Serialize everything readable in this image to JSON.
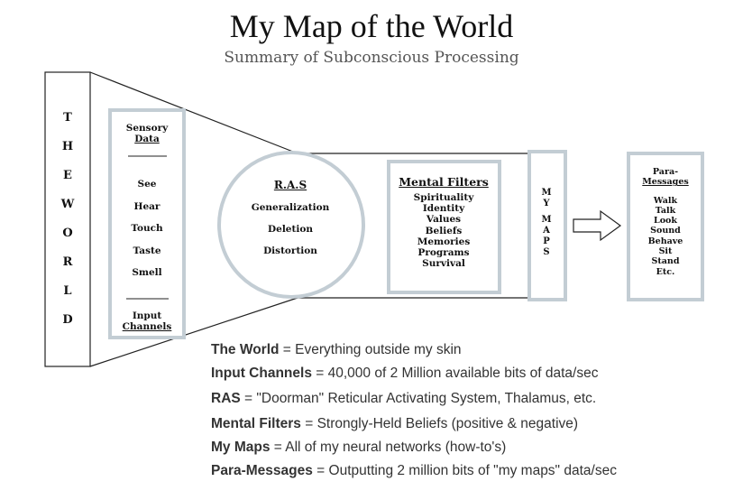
{
  "title": "My Map of the World",
  "subtitle": "Summary of Subconscious Processing",
  "world": {
    "letters": [
      "T",
      "H",
      "E",
      "W",
      "O",
      "R",
      "L",
      "D"
    ]
  },
  "sensory": {
    "header_line1": "Sensory",
    "header_line2": "Data",
    "items": [
      "See",
      "Hear",
      "Touch",
      "Taste",
      "Smell"
    ],
    "footer_line1": "Input",
    "footer_line2": "Channels"
  },
  "ras": {
    "title": "R.A.S",
    "items": [
      "Generalization",
      "Deletion",
      "Distortion"
    ]
  },
  "mental_filters": {
    "title": "Mental Filters",
    "items": [
      "Spirituality",
      "Identity",
      "Values",
      "Beliefs",
      "Memories",
      "Programs",
      "Survival"
    ]
  },
  "my_maps": {
    "letters": [
      "M",
      "Y",
      "M",
      "A",
      "P",
      "S"
    ]
  },
  "para_messages": {
    "title_line1": "Para-",
    "title_line2": "Messages",
    "items": [
      "Walk",
      "Talk",
      "Look",
      "Sound",
      "Behave",
      "Sit",
      "Stand",
      "Etc."
    ]
  },
  "legend": [
    {
      "term": "The  World",
      "definition": " = Everything outside my skin"
    },
    {
      "term": "Input Channels",
      "definition": " = 40,000 of 2 Million available bits of data/sec"
    },
    {
      "term": "RAS",
      "definition": " = \"Doorman\" Reticular Activating System, Thalamus, etc."
    },
    {
      "term": "Mental Filters",
      "definition": " = Strongly-Held Beliefs (positive & negative)"
    },
    {
      "term": "My Maps",
      "definition": " = All of my neural networks (how-to's)"
    },
    {
      "term": "Para-Messages",
      "definition": " = Outputting 2 million bits of \"my maps\" data/sec"
    }
  ],
  "colors": {
    "text": "#111111",
    "subtitle": "#555555",
    "box_border": "#c3cdd4",
    "line": "#222222"
  }
}
